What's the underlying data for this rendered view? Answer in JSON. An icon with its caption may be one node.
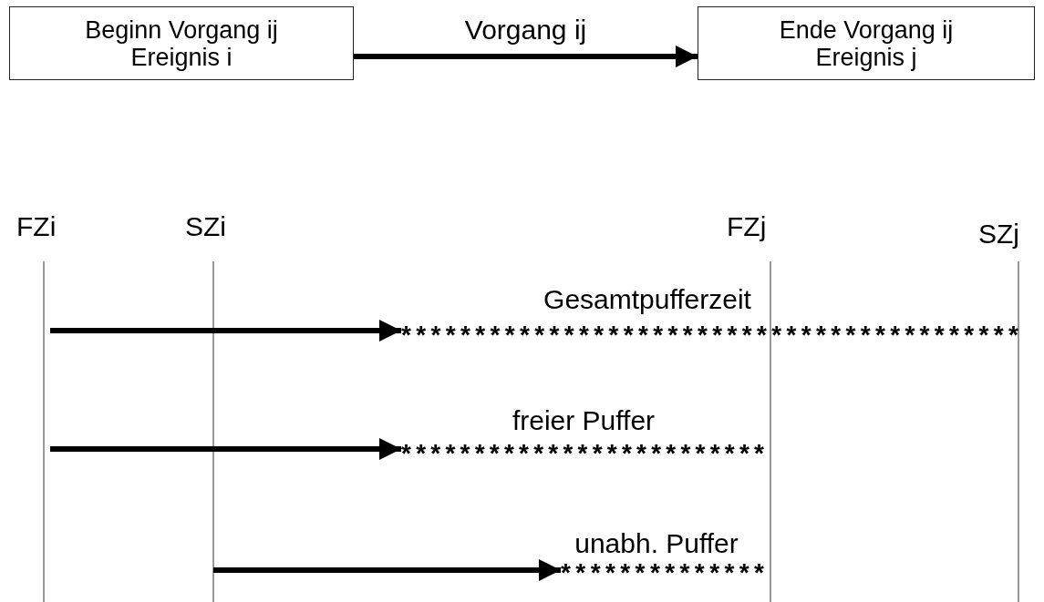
{
  "diagram": {
    "nodes": [
      {
        "text": [
          "Beginn Vorgang ij",
          "Ereignis i"
        ]
      },
      {
        "text": [
          "Ende Vorgang ij",
          "Ereignis j"
        ]
      }
    ],
    "edges": [
      {
        "from": 0,
        "to": 1,
        "arrow": "to",
        "label": "Vorgang ij"
      }
    ],
    "labels": [
      "FZi",
      "SZi",
      "FZj",
      "SZj",
      "Gesamtpufferzeit",
      "******************************************",
      "freier Puffer",
      "*************************",
      "unabh. Puffer",
      "**************"
    ]
  }
}
